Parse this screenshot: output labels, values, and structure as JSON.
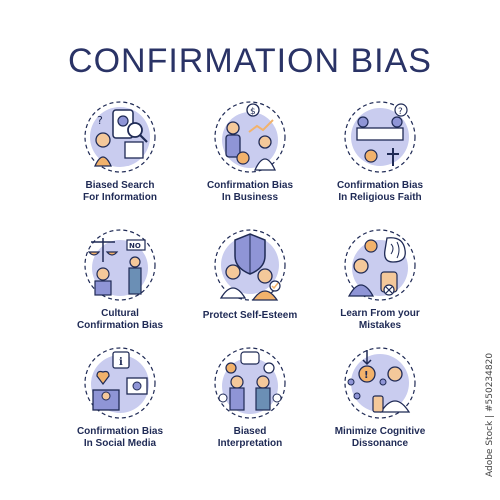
{
  "title": "CONFIRMATION BIAS",
  "colors": {
    "outline": "#1f2a55",
    "accent_purple": "#8f95d6",
    "accent_lavender": "#c9ccef",
    "accent_orange": "#f2b26b",
    "accent_skin": "#f4c89a",
    "accent_teal": "#6b8fb5"
  },
  "items": [
    {
      "icon": "magnifier-search-icon",
      "line1": "Biased Search",
      "line2": "For Information"
    },
    {
      "icon": "business-people-chart-icon",
      "line1": "Confirmation Bias",
      "line2": "In Business"
    },
    {
      "icon": "religious-debate-icon",
      "line1": "Confirmation Bias",
      "line2": "In Religious Faith"
    },
    {
      "icon": "scales-no-sign-icon",
      "line1": "Cultural",
      "line2": "Confirmation Bias"
    },
    {
      "icon": "shield-people-icon",
      "line1": "Protect Self-Esteem",
      "line2": ""
    },
    {
      "icon": "brain-mistake-icon",
      "line1": "Learn From your",
      "line2": "Mistakes"
    },
    {
      "icon": "social-media-icon",
      "line1": "Confirmation Bias",
      "line2": "In Social Media"
    },
    {
      "icon": "interpretation-people-icon",
      "line1": "Biased",
      "line2": "Interpretation"
    },
    {
      "icon": "cognitive-dissonance-icon",
      "line1": "Minimize Cognitive",
      "line2": "Dissonance"
    }
  ],
  "watermark": "Adobe Stock | #550234820"
}
